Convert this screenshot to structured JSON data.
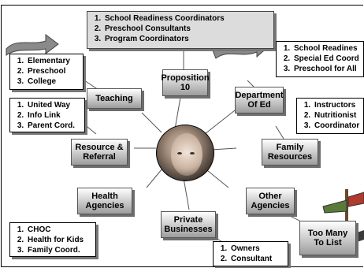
{
  "center": {
    "icon": "child-face-photo"
  },
  "nodes": {
    "proposition": {
      "line1": "Proposition",
      "line2": "10"
    },
    "teaching": {
      "label": "Teaching"
    },
    "department": {
      "line1": "Department",
      "line2": "Of Ed"
    },
    "resource": {
      "line1": "Resource &",
      "line2": "Referral"
    },
    "family": {
      "line1": "Family",
      "line2": "Resources"
    },
    "health": {
      "line1": "Health",
      "line2": "Agencies"
    },
    "other": {
      "line1": "Other",
      "line2": "Agencies"
    },
    "private": {
      "line1": "Private",
      "line2": "Businesses"
    },
    "too_many": {
      "line1": "Too Many",
      "line2": "To List"
    }
  },
  "lists": {
    "proposition": [
      "School Readiness Coordinators",
      "Preschool Consultants",
      "Program Coordinators"
    ],
    "teaching": [
      "Elementary",
      "Preschool",
      "College"
    ],
    "department": [
      "School Readines",
      "Special Ed Coord",
      "Preschool for All"
    ],
    "resource": [
      "United Way",
      "Info Link",
      "Parent Cord."
    ],
    "family": [
      "Instructors",
      "Nutritionist",
      "Coordinator"
    ],
    "health": [
      "CHOC",
      "Health for Kids",
      "Family Coord."
    ],
    "private": [
      "Owners",
      "Consultant"
    ]
  },
  "decor": {
    "arrows": "gray-arrow-icon",
    "signpost": "signpost-icon"
  }
}
